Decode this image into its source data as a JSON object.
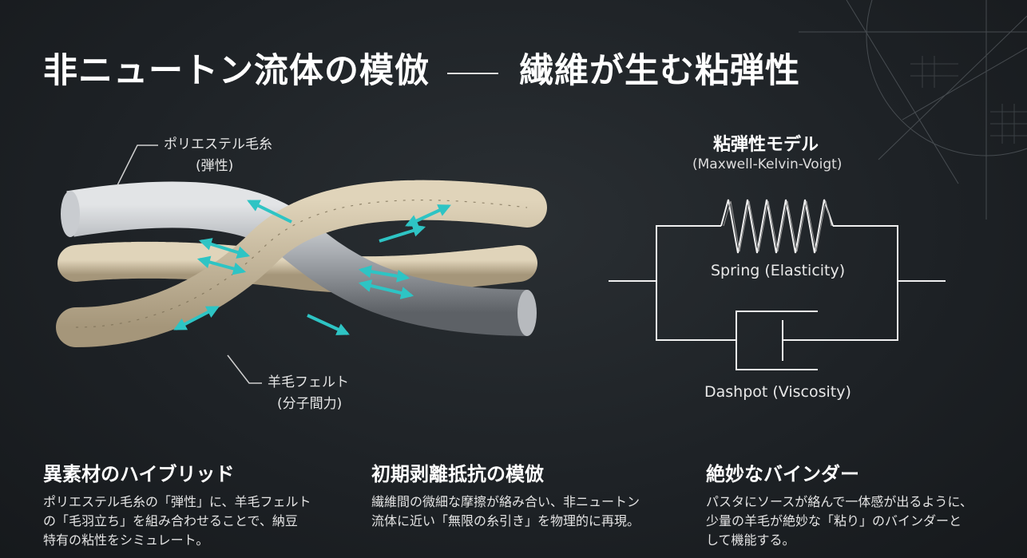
{
  "title": {
    "left": "非ニュートン流体の模倣",
    "right": "繊維が生む粘弾性"
  },
  "illustration": {
    "polyester_label": "ポリエステル毛糸",
    "polyester_sub": "(弾性)",
    "wool_label": "羊毛フェルト",
    "wool_sub": "(分子間力)"
  },
  "model": {
    "title": "粘弾性モデル",
    "subtitle": "(Maxwell-Kelvin-Voigt)",
    "spring_label": "Spring (Elasticity)",
    "dashpot_label": "Dashpot (Viscosity)"
  },
  "sections": [
    {
      "heading": "異素材のハイブリッド",
      "lines": [
        "ポリエステル毛糸の「弾性」に、羊毛フェルト",
        "の「毛羽立ち」を組み合わせることで、納豆",
        "特有の粘性をシミュレート。"
      ]
    },
    {
      "heading": "初期剥離抵抗の模倣",
      "lines": [
        "繊維間の微細な摩擦が絡み合い、非ニュートン",
        "流体に近い「無限の糸引き」を物理的に再現。"
      ]
    },
    {
      "heading": "絶妙なバインダー",
      "lines": [
        "パスタにソースが絡んで一体感が出るように、",
        "少量の羊毛が絶妙な「粘り」のバインダーと",
        "して機能する。"
      ]
    }
  ],
  "colors": {
    "accent": "#2ec4c4",
    "wool": "#cbbd9f",
    "yarn": "#a9adb2",
    "background": "#1e2226"
  }
}
